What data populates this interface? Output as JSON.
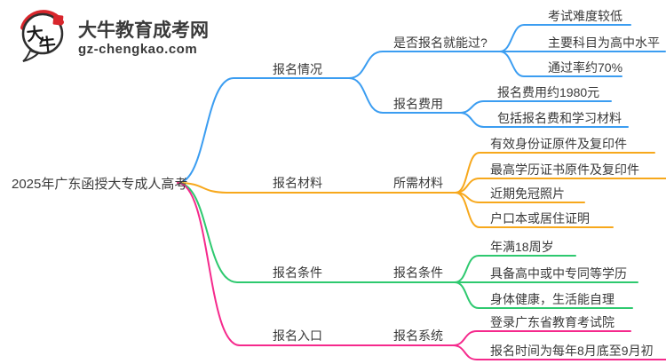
{
  "colors": {
    "blue": "#3b9df1",
    "orange": "#f7a81c",
    "green": "#2ec96f",
    "pink": "#f5298c",
    "text": "#3a3a3a",
    "logo_green": "#1d9a43",
    "logo_domain_green": "#45a14d",
    "logo_red": "#d8262c"
  },
  "logo": {
    "badge_char_top": "大",
    "badge_char_bottom": "牛",
    "site_name": "大牛教育成考网",
    "site_domain": "gz-chengkao.com"
  },
  "mindmap": {
    "root": "2025年广东函授大专成人高考",
    "branches": [
      {
        "label": "报名情况",
        "color": "#3b9df1",
        "children": [
          {
            "label": "是否报名就能过?",
            "leaves": [
              "考试难度较低",
              "主要科目为高中水平",
              "通过率约70%"
            ]
          },
          {
            "label": "报名费用",
            "leaves": [
              "报名费用约1980元",
              "包括报名费和学习材料"
            ]
          }
        ]
      },
      {
        "label": "报名材料",
        "color": "#f7a81c",
        "children": [
          {
            "label": "所需材料",
            "leaves": [
              "有效身份证原件及复印件",
              "最高学历证书原件及复印件",
              "近期免冠照片",
              "户口本或居住证明"
            ]
          }
        ]
      },
      {
        "label": "报名条件",
        "color": "#2ec96f",
        "children": [
          {
            "label": "报名条件",
            "leaves": [
              "年满18周岁",
              "具备高中或中专同等学历",
              "身体健康，生活能自理"
            ]
          }
        ]
      },
      {
        "label": "报名入口",
        "color": "#f5298c",
        "children": [
          {
            "label": "报名系统",
            "leaves": [
              "登录广东省教育考试院",
              "报名时间为每年8月底至9月初"
            ]
          }
        ]
      }
    ]
  }
}
